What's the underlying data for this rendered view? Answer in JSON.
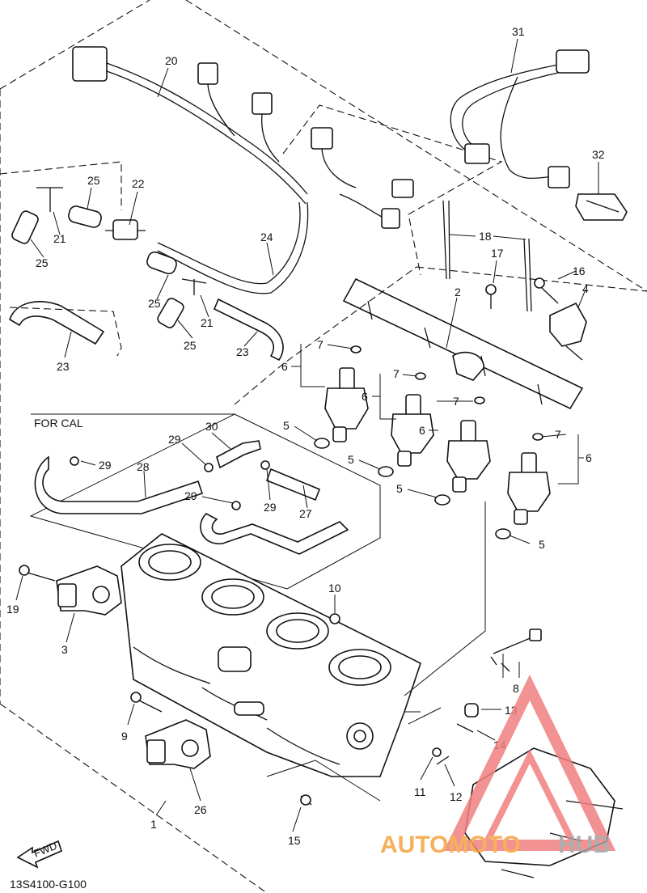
{
  "callouts": {
    "c1": "1",
    "c2": "2",
    "c3": "3",
    "c4": "4",
    "c5": "5",
    "c6": "6",
    "c7": "7",
    "c8": "8",
    "c9": "9",
    "c10": "10",
    "c11": "11",
    "c12": "12",
    "c13": "13",
    "c14": "14",
    "c15": "15",
    "c16": "16",
    "c17": "17",
    "c18": "18",
    "c19": "19",
    "c20": "20",
    "c21": "21",
    "c22": "22",
    "c23": "23",
    "c24": "24",
    "c25": "25",
    "c26": "26",
    "c27": "27",
    "c28": "28",
    "c29": "29",
    "c30": "30",
    "c31": "31",
    "c32": "32"
  },
  "for_cal_label": "FOR CAL",
  "fwd_label": "FWD",
  "diagram_code": "13S4100-G100",
  "watermark": {
    "part1": "AUTOMOTO",
    "part2": "HUB",
    "color_primary": "#f08080",
    "color_secondary": "#f4a340"
  },
  "colors": {
    "line": "#111111",
    "background": "#ffffff"
  }
}
